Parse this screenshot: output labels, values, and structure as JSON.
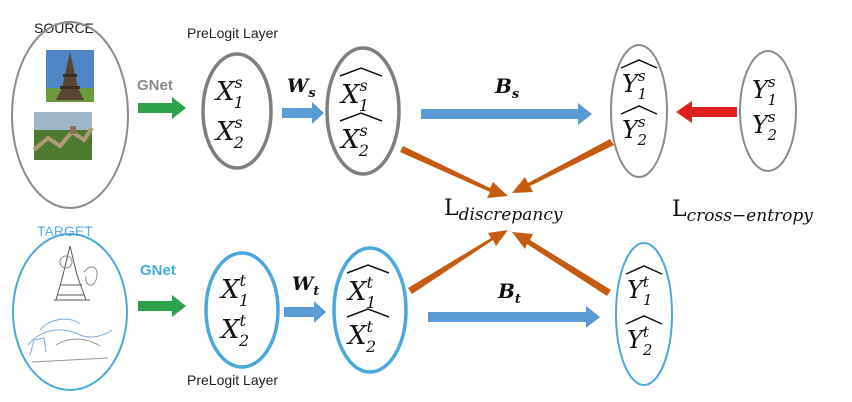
{
  "source": {
    "label": "SOURCE",
    "gnet": "GNet",
    "prelogit": "PreLogit Layer",
    "x1": "X",
    "x1_sub": "1",
    "x1_sup": "s",
    "x2": "X",
    "x2_sub": "2",
    "x2_sup": "s",
    "w": "W",
    "w_sub": "s",
    "b": "B",
    "b_sub": "s",
    "y1": "Y",
    "y1_sub": "1",
    "y1_sup": "s",
    "y2": "Y",
    "y2_sub": "2",
    "y2_sup": "s"
  },
  "target": {
    "label": "TARGET",
    "gnet": "GNet",
    "prelogit": "PreLogit Layer",
    "x1": "X",
    "x1_sub": "1",
    "x1_sup": "t",
    "x2": "X",
    "x2_sub": "2",
    "x2_sup": "t",
    "w": "W",
    "w_sub": "t",
    "b": "B",
    "b_sub": "t",
    "y1": "Y",
    "y1_sub": "1",
    "y1_sup": "t",
    "y2": "Y",
    "y2_sub": "2",
    "y2_sup": "t"
  },
  "loss": {
    "discrepancy": "L",
    "discrepancy_sub": "discrepancy",
    "cross_entropy": "L",
    "cross_entropy_sub": "cross−entropy"
  },
  "colors": {
    "source_outline": "#7f7f7f",
    "target_outline": "#4aa8dc",
    "target_text": "#5aaee0",
    "blue_arrow": "#5b9bd5",
    "green_arrow": "#2ca24d",
    "orange_arrow": "#c55a11",
    "red_arrow": "#e02020",
    "gnet_source": "#8c8c8c"
  }
}
